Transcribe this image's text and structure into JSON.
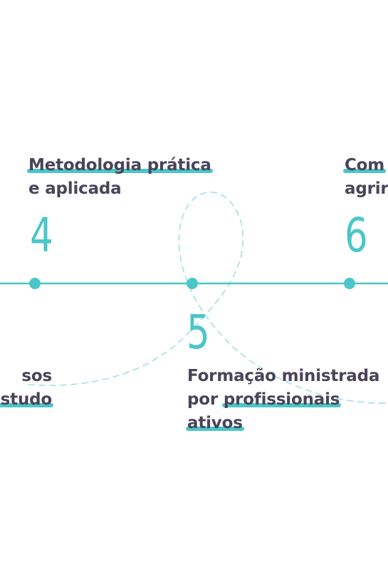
{
  "colors": {
    "accent": "#4ac6c9",
    "text": "#4a4459"
  },
  "items": [
    {
      "number": "4",
      "line1": "Metodologia prática",
      "line2": "e aplicada"
    },
    {
      "number": "5",
      "line1": "Formação ministrada",
      "line2_prefix": "por ",
      "line2_highlight": "profissionais",
      "line3": "ativos"
    },
    {
      "number": "6",
      "line1": "Com",
      "line2": "agrir"
    }
  ],
  "left_fragment": {
    "line1": "sos",
    "line2": "estudo"
  }
}
